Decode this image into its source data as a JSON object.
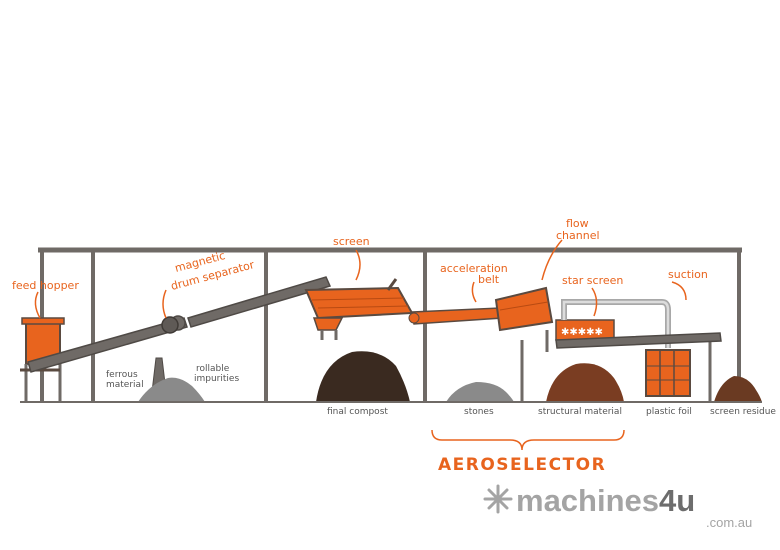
{
  "colors": {
    "accent": "#e8641e",
    "steel": "#6f6a66",
    "compost": "#3a2a20",
    "stones": "#8a8a8a",
    "structural": "#7a3d22",
    "brand": "#a4a4a4"
  },
  "labels": {
    "feed_hopper": "feed hopper",
    "magnetic_1": "magnetic",
    "magnetic_2": "drum separator",
    "screen": "screen",
    "acceleration_1": "acceleration",
    "acceleration_2": "belt",
    "flow_1": "flow",
    "flow_2": "channel",
    "star_screen": "star screen",
    "suction": "suction",
    "ferrous_1": "ferrous",
    "ferrous_2": "material",
    "rollable_1": "rollable",
    "rollable_2": "impurities",
    "final_compost": "final compost",
    "stones": "stones",
    "structural_material": "structural material",
    "plastic_foil": "plastic foil",
    "screen_residue": "screen residue",
    "aeroselector": "AEROSELECTOR"
  },
  "brand": {
    "name": "machines",
    "suffix": "4u",
    "domain": ".com.au",
    "logo_icon": "snowflake-icon"
  }
}
